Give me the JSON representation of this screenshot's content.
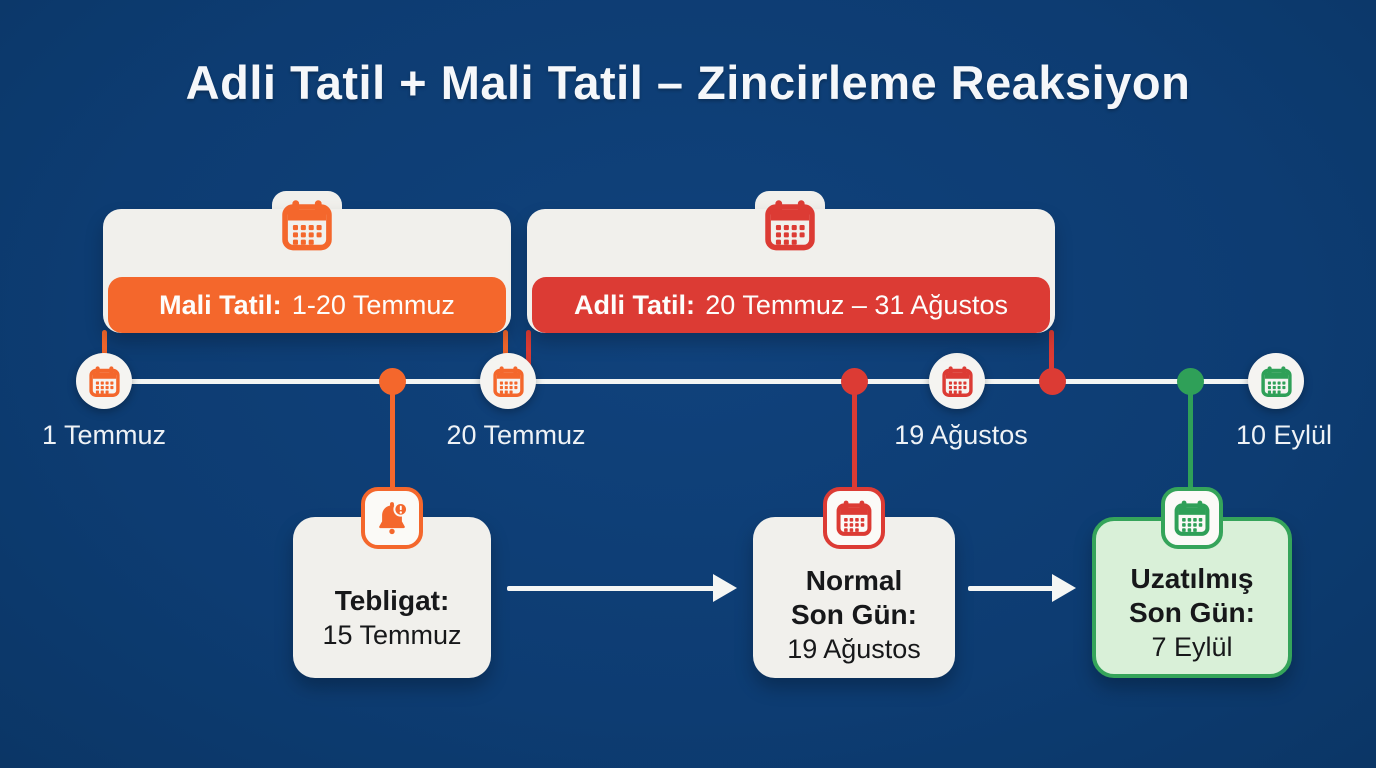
{
  "title": "Adli Tatil + Mali Tatil – Zincirleme Reaksiyon",
  "colors": {
    "background": "#0d3d73",
    "orange": "#f4672c",
    "red": "#dc3b34",
    "green": "#2fa058",
    "green_light": "#d9f0d8",
    "card": "#f1f0ec",
    "ink": "#17181a",
    "white": "#f5f7fa"
  },
  "periods": [
    {
      "name": "mali-tatil",
      "icon": "calendar-icon",
      "label_bold": "Mali Tatil:",
      "label_rest": "1-20 Temmuz"
    },
    {
      "name": "adli-tatil",
      "icon": "calendar-icon",
      "label_bold": "Adli Tatil:",
      "label_rest": "20 Temmuz – 31 Ağustos"
    }
  ],
  "timeline": {
    "milestones": [
      {
        "label": "1 Temmuz",
        "icon": "calendar-icon",
        "color": "orange"
      },
      {
        "label": "20 Temmuz",
        "icon": "calendar-icon",
        "color": "orange"
      },
      {
        "label": "19 Ağustos",
        "icon": "calendar-icon",
        "color": "red"
      },
      {
        "label": "10 Eylül",
        "icon": "calendar-icon",
        "color": "green"
      }
    ]
  },
  "events": [
    {
      "icon": "bell-alert-icon",
      "accent": "orange",
      "heading": "Tebligat:",
      "date": "15 Temmuz"
    },
    {
      "icon": "calendar-icon",
      "accent": "red",
      "heading_line1": "Normal",
      "heading_line2": "Son Gün:",
      "date": "19 Ağustos"
    },
    {
      "icon": "calendar-icon",
      "accent": "green",
      "heading_line1": "Uzatılmış",
      "heading_line2": "Son Gün:",
      "date": "7 Eylül"
    }
  ]
}
